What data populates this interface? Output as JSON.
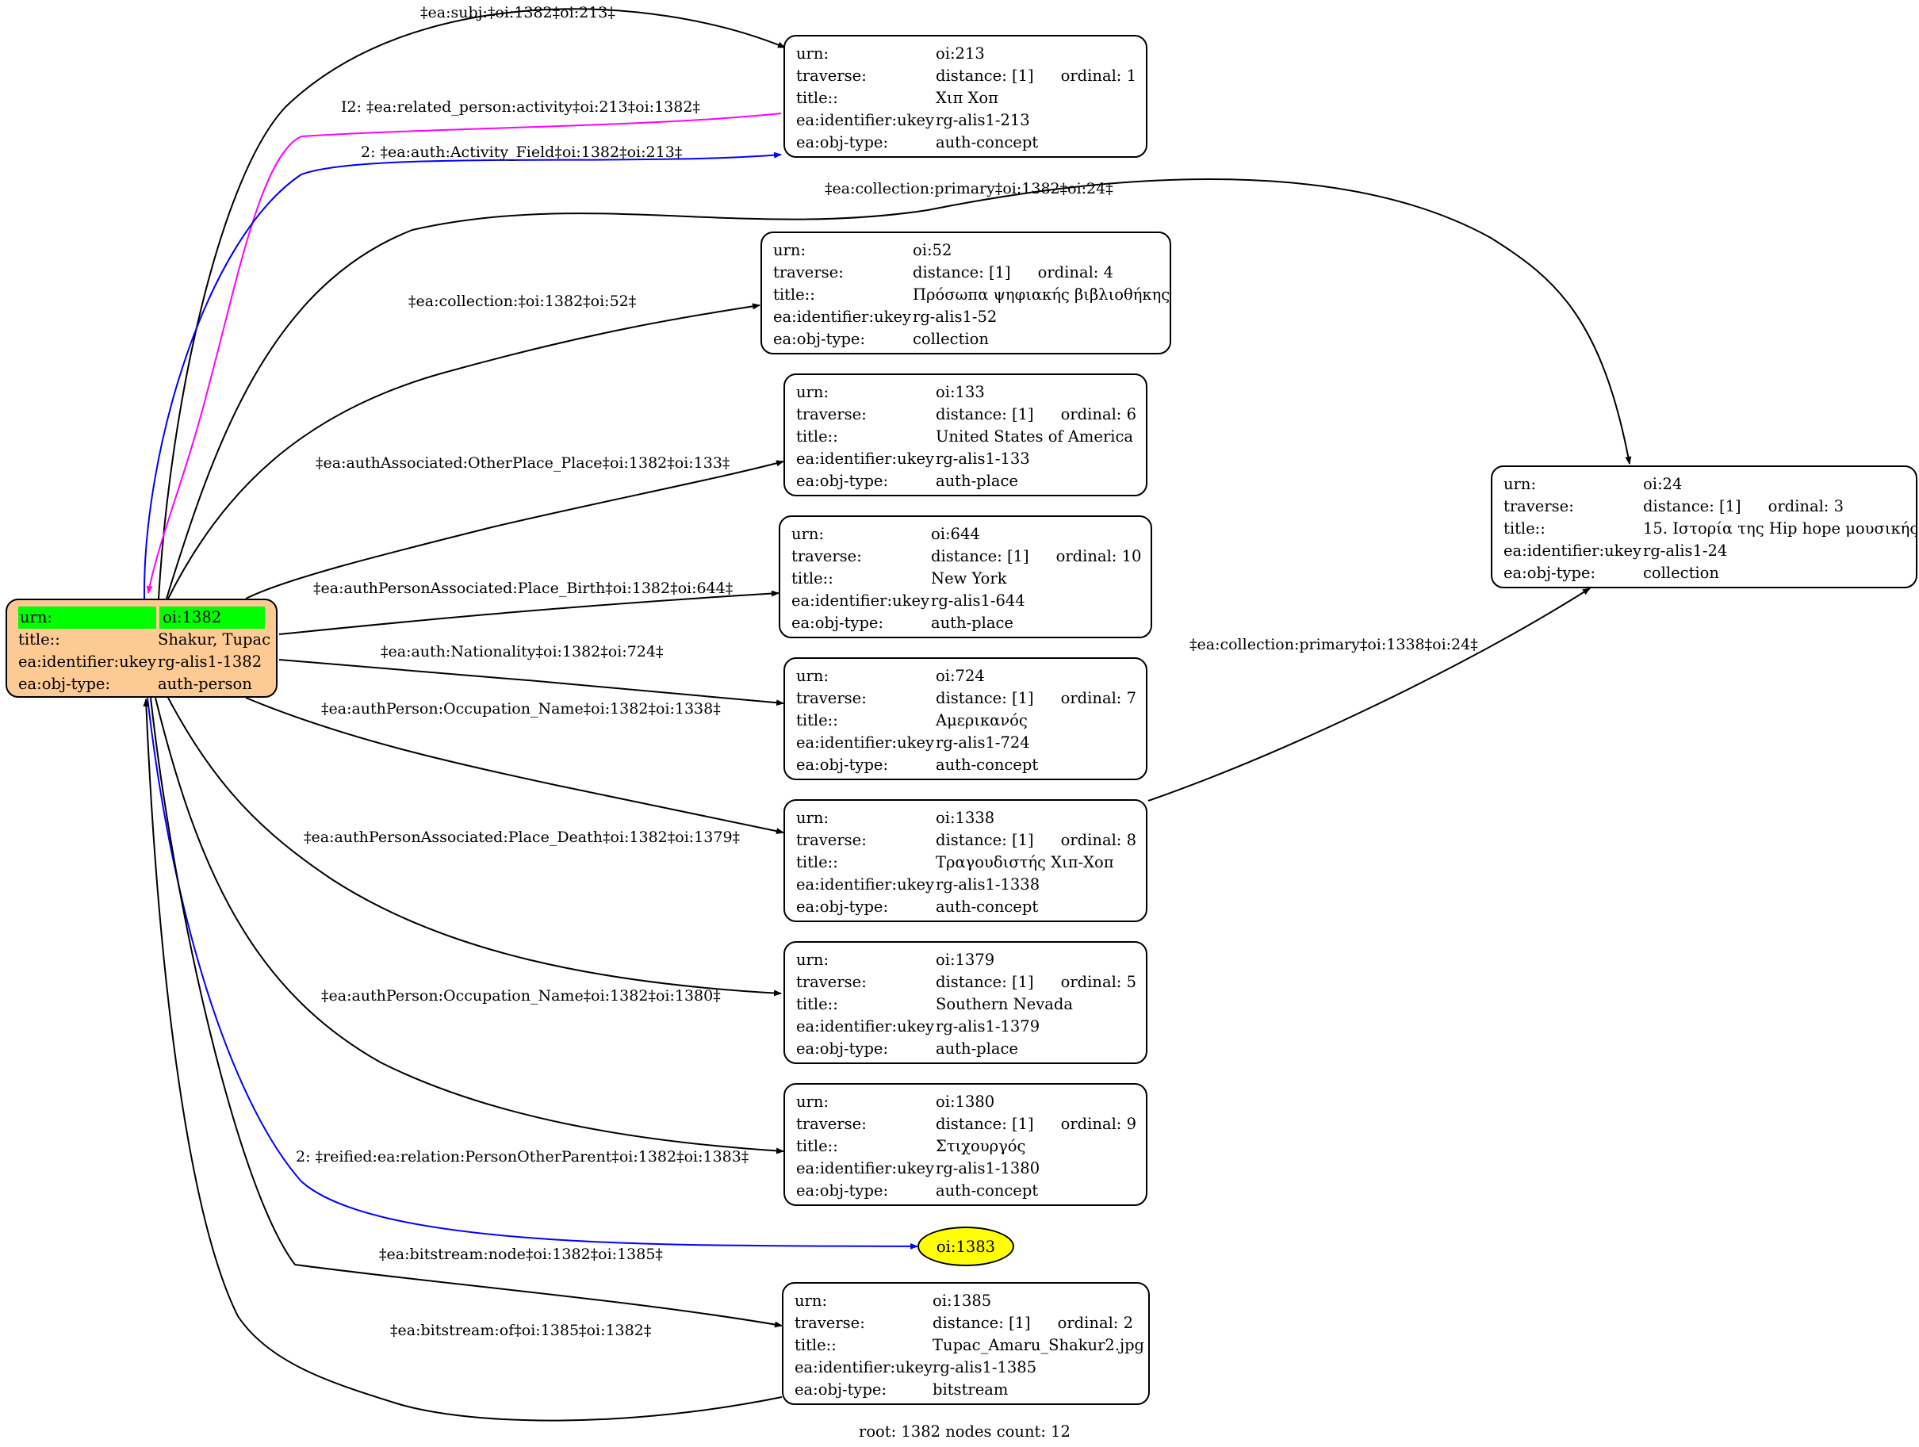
{
  "labels": {
    "urn": "urn:",
    "traverse": "traverse:",
    "title": "title::",
    "ukey": "ea:identifier:ukey",
    "objtype": "ea:obj-type:"
  },
  "root": {
    "urn": "oi:1382",
    "title": "Shakur, Tupac",
    "ukey": "rg-alis1-1382",
    "objtype": "auth-person"
  },
  "nodes": [
    {
      "urn": "oi:213",
      "distance": "distance: [1]",
      "ordinal": "ordinal: 1",
      "title": "Χιπ Χοπ",
      "ukey": "rg-alis1-213",
      "objtype": "auth-concept"
    },
    {
      "urn": "oi:52",
      "distance": "distance: [1]",
      "ordinal": "ordinal: 4",
      "title": "Πρόσωπα ψηφιακής βιβλιοθήκης",
      "ukey": "rg-alis1-52",
      "objtype": "collection"
    },
    {
      "urn": "oi:133",
      "distance": "distance: [1]",
      "ordinal": "ordinal: 6",
      "title": "United States of America",
      "ukey": "rg-alis1-133",
      "objtype": "auth-place"
    },
    {
      "urn": "oi:644",
      "distance": "distance: [1]",
      "ordinal": "ordinal: 10",
      "title": "New York",
      "ukey": "rg-alis1-644",
      "objtype": "auth-place"
    },
    {
      "urn": "oi:724",
      "distance": "distance: [1]",
      "ordinal": "ordinal: 7",
      "title": "Αμερικανός",
      "ukey": "rg-alis1-724",
      "objtype": "auth-concept"
    },
    {
      "urn": "oi:1338",
      "distance": "distance: [1]",
      "ordinal": "ordinal: 8",
      "title": "Τραγουδιστής Χιπ-Χοπ",
      "ukey": "rg-alis1-1338",
      "objtype": "auth-concept"
    },
    {
      "urn": "oi:1379",
      "distance": "distance: [1]",
      "ordinal": "ordinal: 5",
      "title": "Southern Nevada",
      "ukey": "rg-alis1-1379",
      "objtype": "auth-place"
    },
    {
      "urn": "oi:1380",
      "distance": "distance: [1]",
      "ordinal": "ordinal: 9",
      "title": "Στιχουργός",
      "ukey": "rg-alis1-1380",
      "objtype": "auth-concept"
    },
    {
      "urn": "oi:1385",
      "distance": "distance: [1]",
      "ordinal": "ordinal: 2",
      "title": "Tupac_Amaru_Shakur2.jpg",
      "ukey": "rg-alis1-1385",
      "objtype": "bitstream"
    },
    {
      "urn": "oi:24",
      "distance": "distance: [1]",
      "ordinal": "ordinal: 3",
      "title": "15. Ιστορία της Hip hope μουσικής",
      "ukey": "rg-alis1-24",
      "objtype": "collection"
    }
  ],
  "ellipse_node": "oi:1383",
  "edges": [
    {
      "label": "‡ea:subj:‡oi:1382‡oi:213‡",
      "color": "#000000"
    },
    {
      "label": "I2: ‡ea:related_person:activity‡oi:213‡oi:1382‡",
      "color": "#ff00ff"
    },
    {
      "label": "2: ‡ea:auth:Activity_Field‡oi:1382‡oi:213‡",
      "color": "#0000ff"
    },
    {
      "label": "‡ea:collection:primary‡oi:1382‡oi:24‡",
      "color": "#000000"
    },
    {
      "label": "‡ea:collection:‡oi:1382‡oi:52‡",
      "color": "#000000"
    },
    {
      "label": "‡ea:authAssociated:OtherPlace_Place‡oi:1382‡oi:133‡",
      "color": "#000000"
    },
    {
      "label": "‡ea:authPersonAssociated:Place_Birth‡oi:1382‡oi:644‡",
      "color": "#000000"
    },
    {
      "label": "‡ea:auth:Nationality‡oi:1382‡oi:724‡",
      "color": "#000000"
    },
    {
      "label": "‡ea:authPerson:Occupation_Name‡oi:1382‡oi:1338‡",
      "color": "#000000"
    },
    {
      "label": "‡ea:collection:primary‡oi:1338‡oi:24‡",
      "color": "#000000"
    },
    {
      "label": "‡ea:authPersonAssociated:Place_Death‡oi:1382‡oi:1379‡",
      "color": "#000000"
    },
    {
      "label": "‡ea:authPerson:Occupation_Name‡oi:1382‡oi:1380‡",
      "color": "#000000"
    },
    {
      "label": "2: ‡reified:ea:relation:PersonOtherParent‡oi:1382‡oi:1383‡",
      "color": "#0000ff"
    },
    {
      "label": "‡ea:bitstream:node‡oi:1382‡oi:1385‡",
      "color": "#000000"
    },
    {
      "label": "‡ea:bitstream:of‡oi:1385‡oi:1382‡",
      "color": "#000000"
    }
  ],
  "footer": "root: 1382 nodes count: 12"
}
